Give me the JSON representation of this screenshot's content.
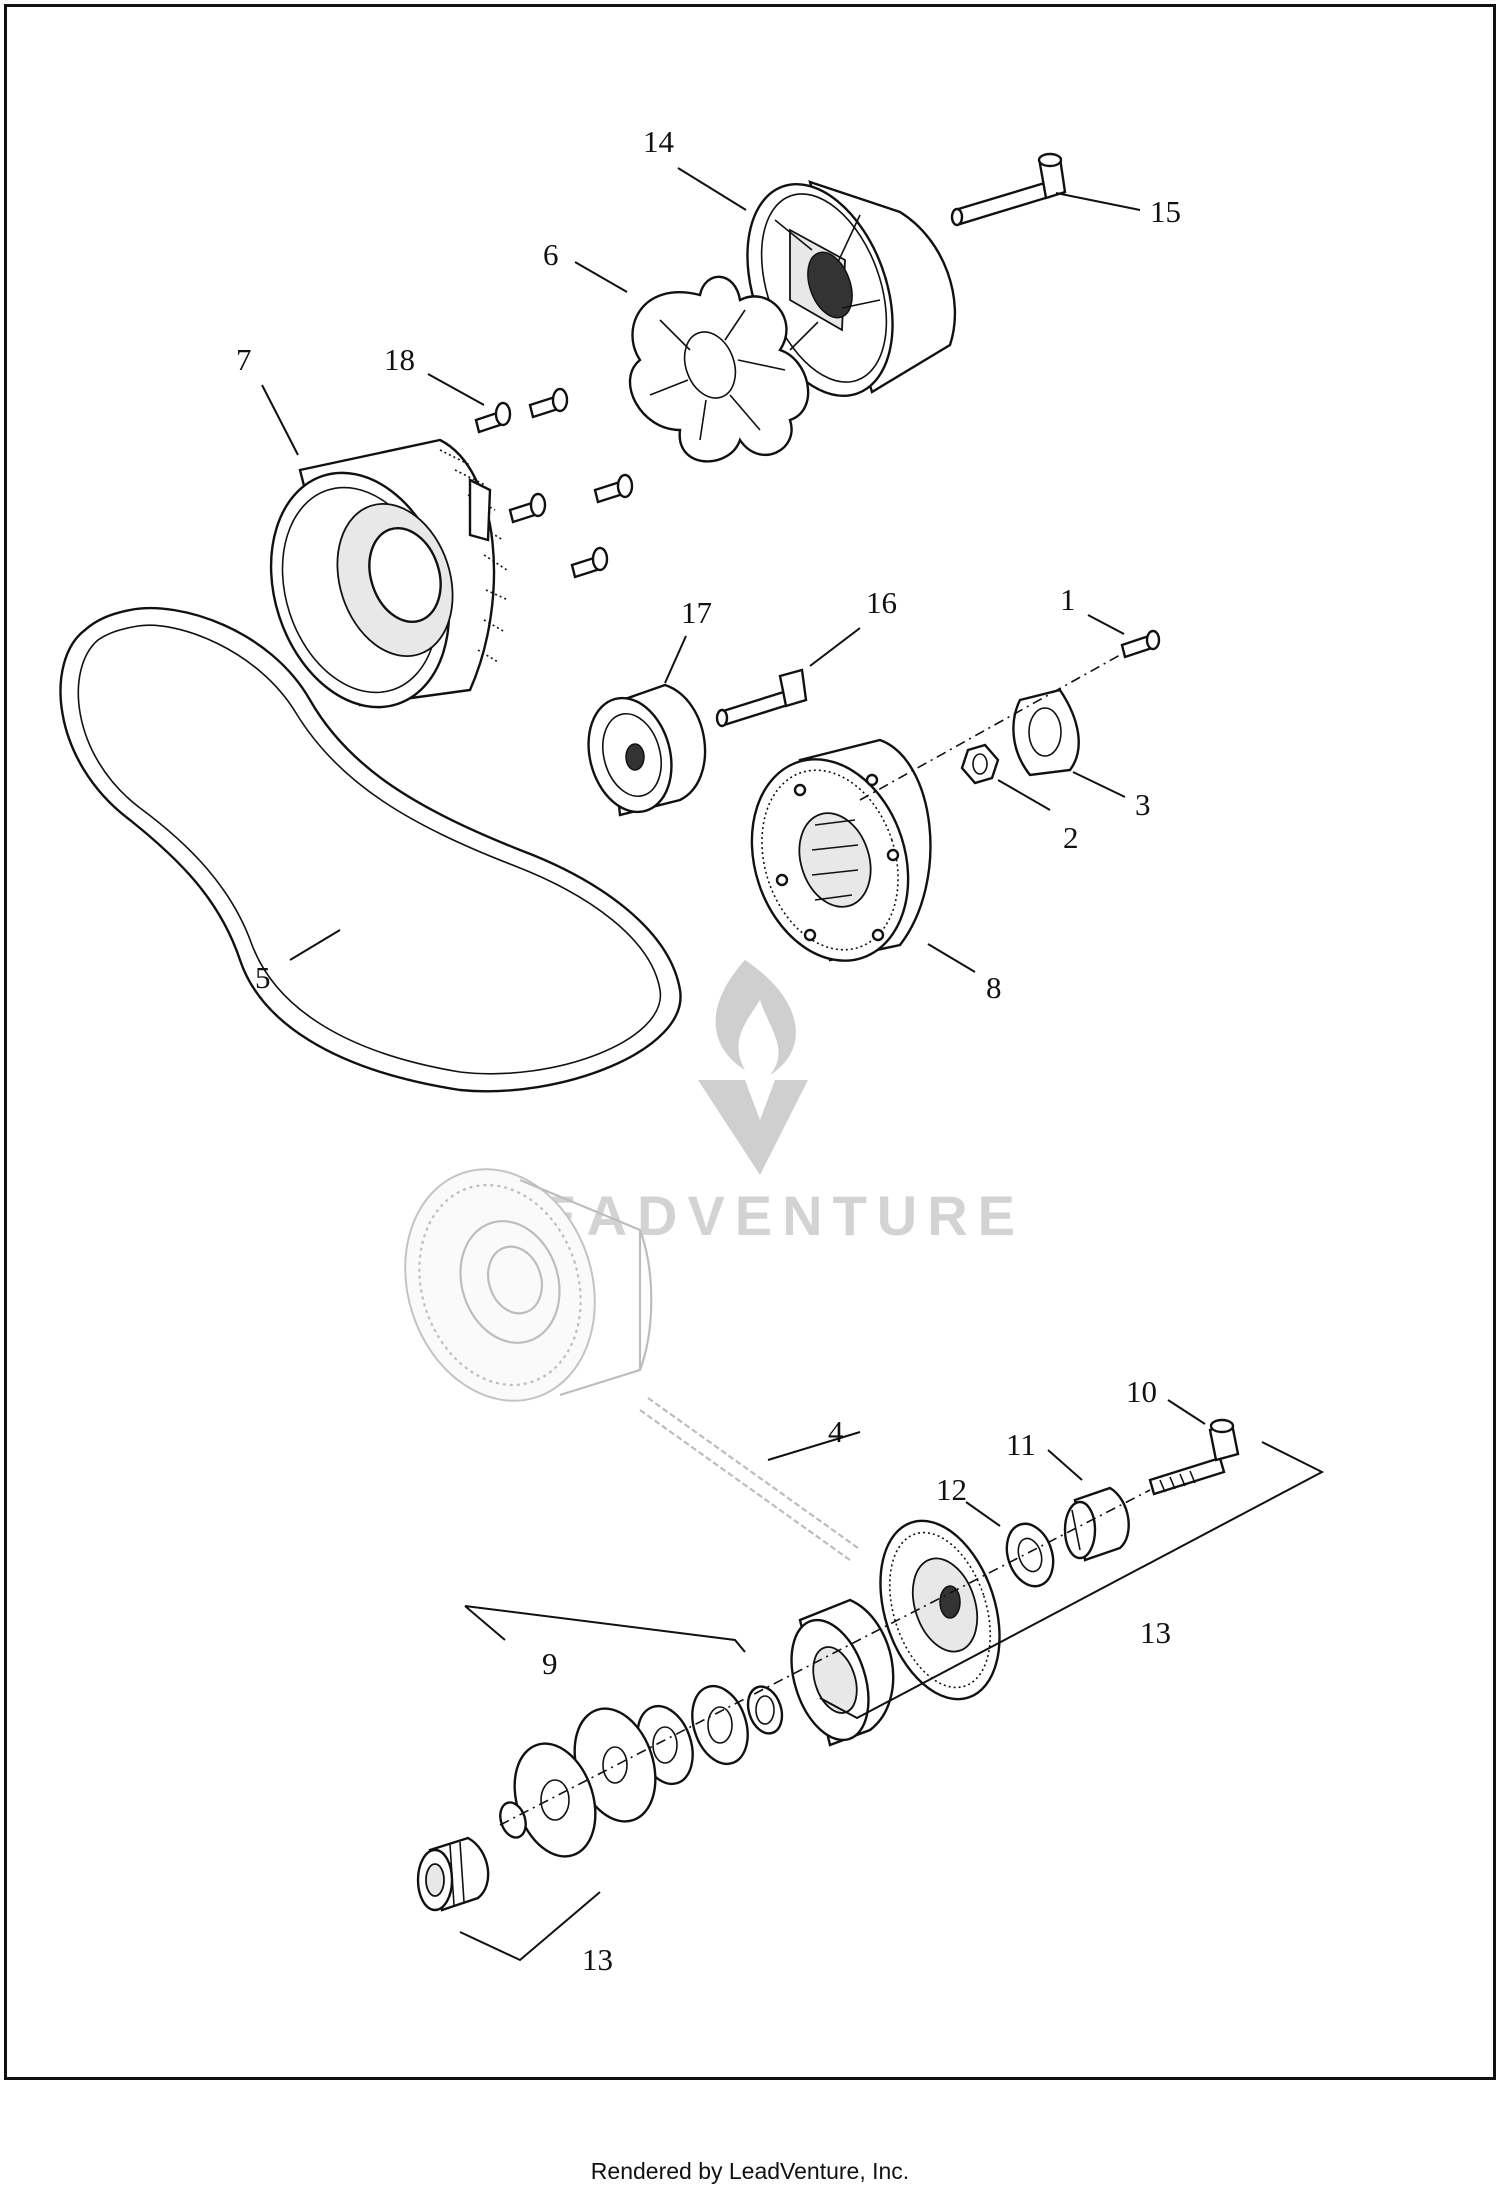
{
  "watermark": {
    "text": "LEADVENTURE"
  },
  "callouts": {
    "c1": "1",
    "c2": "2",
    "c3": "3",
    "c4": "4",
    "c5": "5",
    "c6": "6",
    "c7": "7",
    "c8": "8",
    "c9": "9",
    "c10": "10",
    "c11": "11",
    "c12": "12",
    "c13a": "13",
    "c13b": "13",
    "c14": "14",
    "c15": "15",
    "c16": "16",
    "c17": "17",
    "c18": "18"
  },
  "footer": {
    "text": "Rendered by LeadVenture, Inc."
  }
}
